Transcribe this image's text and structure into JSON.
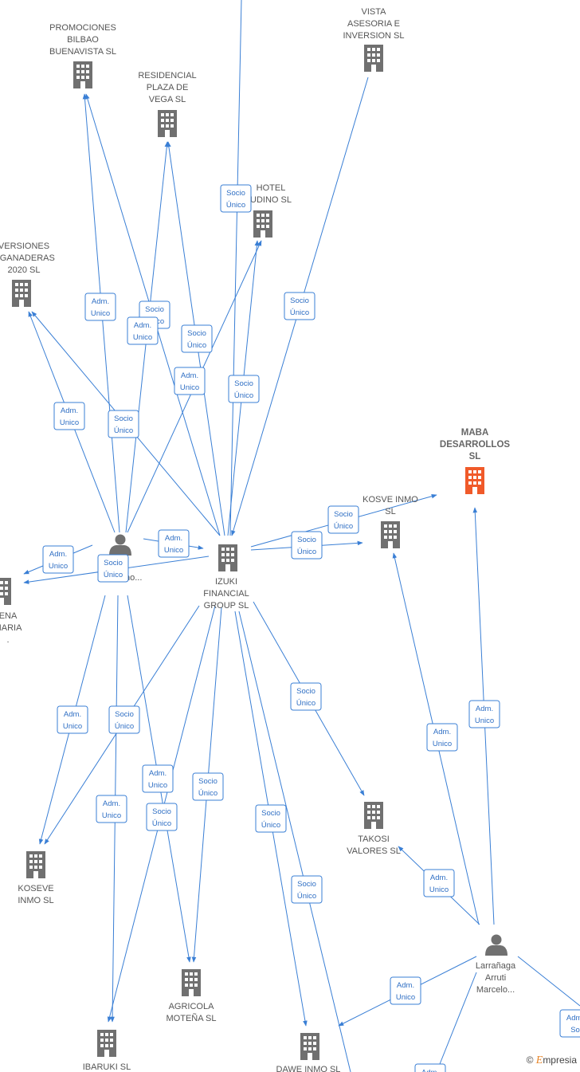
{
  "colors": {
    "edge": "#3a7fd5",
    "building": "#707070",
    "building_highlight": "#f05a2a",
    "label": "#555555"
  },
  "nodes": [
    {
      "id": "vista",
      "kind": "company",
      "lines": [
        "VISTA",
        "ASESORIA E",
        "INVERSION SL"
      ]
    },
    {
      "id": "promo",
      "kind": "company",
      "lines": [
        "PROMOCIONES",
        "BILBAO",
        "BUENAVISTA SL"
      ]
    },
    {
      "id": "resid",
      "kind": "company",
      "lines": [
        "RESIDENCIAL",
        "PLAZA DE",
        "VEGA SL"
      ]
    },
    {
      "id": "hotel",
      "kind": "company",
      "lines": [
        "HOTEL",
        "UDINO SL"
      ]
    },
    {
      "id": "invers",
      "kind": "company",
      "lines": [
        "VERSIONES",
        "OGANADERAS",
        "2020 SL"
      ]
    },
    {
      "id": "maba",
      "kind": "company",
      "highlight": true,
      "lines": [
        "MABA",
        "DESARROLLOS",
        "SL"
      ]
    },
    {
      "id": "kosve",
      "kind": "company",
      "lines": [
        "KOSVE INMO",
        "SL"
      ]
    },
    {
      "id": "izuki",
      "kind": "company",
      "lines": [
        "IZUKI",
        "FINANCIAL",
        "GROUP SL"
      ]
    },
    {
      "id": "marc1",
      "kind": "person",
      "lines": [
        "ga",
        "Marcelino..."
      ]
    },
    {
      "id": "left",
      "kind": "company",
      "lines": [
        "ENA",
        "LIARIA",
        "."
      ]
    },
    {
      "id": "takosi",
      "kind": "company",
      "lines": [
        "TAKOSI",
        "VALORES SL"
      ]
    },
    {
      "id": "koseve",
      "kind": "company",
      "lines": [
        "KOSEVE",
        "INMO SL"
      ]
    },
    {
      "id": "agricola",
      "kind": "company",
      "lines": [
        "AGRICOLA",
        "MOTEÑA SL"
      ]
    },
    {
      "id": "ibaruki",
      "kind": "company",
      "lines": [
        "IBARUKI SL"
      ]
    },
    {
      "id": "dawe",
      "kind": "company",
      "lines": [
        "DAWE INMO SL"
      ]
    },
    {
      "id": "larr",
      "kind": "person",
      "lines": [
        "Larrañaga",
        "Arruti",
        "Marcelo..."
      ]
    }
  ],
  "relations": [
    {
      "id": "r1",
      "text": [
        "Socio",
        "Único"
      ]
    },
    {
      "id": "r2",
      "text": [
        "Adm.",
        "Unico"
      ]
    },
    {
      "id": "r3",
      "text": [
        "Socio",
        "Único"
      ]
    },
    {
      "id": "r4",
      "text": [
        "Adm.",
        "Unico"
      ]
    },
    {
      "id": "r5",
      "text": [
        "Socio",
        "Único"
      ]
    },
    {
      "id": "r6",
      "text": [
        "Adm.",
        "Unico"
      ]
    },
    {
      "id": "r7",
      "text": [
        "Socio",
        "Único"
      ]
    },
    {
      "id": "r8",
      "text": [
        "Adm.",
        "Unico"
      ]
    },
    {
      "id": "r9",
      "text": [
        "Socio",
        "Único"
      ]
    },
    {
      "id": "r10",
      "text": [
        "Socio",
        "Único"
      ]
    },
    {
      "id": "r11",
      "text": [
        "Socio",
        "Único"
      ]
    },
    {
      "id": "r12",
      "text": [
        "Socio",
        "Único"
      ]
    },
    {
      "id": "r13",
      "text": [
        "Adm.",
        "Unico"
      ]
    },
    {
      "id": "r14",
      "text": [
        "Adm.",
        "Unico"
      ]
    },
    {
      "id": "r15",
      "text": [
        "Socio",
        "Único"
      ]
    },
    {
      "id": "r16",
      "text": [
        "Socio",
        "Único"
      ]
    },
    {
      "id": "r17",
      "text": [
        "Adm.",
        "Unico"
      ]
    },
    {
      "id": "r18",
      "text": [
        "Socio",
        "Único"
      ]
    },
    {
      "id": "r19",
      "text": [
        "Adm.",
        "Unico"
      ]
    },
    {
      "id": "r20",
      "text": [
        "Adm.",
        "Unico"
      ]
    },
    {
      "id": "r21",
      "text": [
        "Socio",
        "Único"
      ]
    },
    {
      "id": "r22",
      "text": [
        "Socio",
        "Único"
      ]
    },
    {
      "id": "r23",
      "text": [
        "Socio",
        "Único"
      ]
    },
    {
      "id": "r24",
      "text": [
        "Socio",
        "Único"
      ]
    },
    {
      "id": "r25",
      "text": [
        "Adm.",
        "Unico"
      ]
    },
    {
      "id": "r26",
      "text": [
        "Adm.",
        "Unico"
      ]
    },
    {
      "id": "r27",
      "text": [
        "Adm.",
        "Unico"
      ]
    },
    {
      "id": "r28",
      "text": [
        "Adm.",
        "Unico"
      ]
    },
    {
      "id": "r29",
      "text": [
        "Adm.",
        "So"
      ]
    },
    {
      "id": "r30",
      "text": [
        "Adm."
      ]
    }
  ],
  "watermark": {
    "symbol": "©",
    "brand_initial": "E",
    "brand_rest": "mpresia"
  }
}
